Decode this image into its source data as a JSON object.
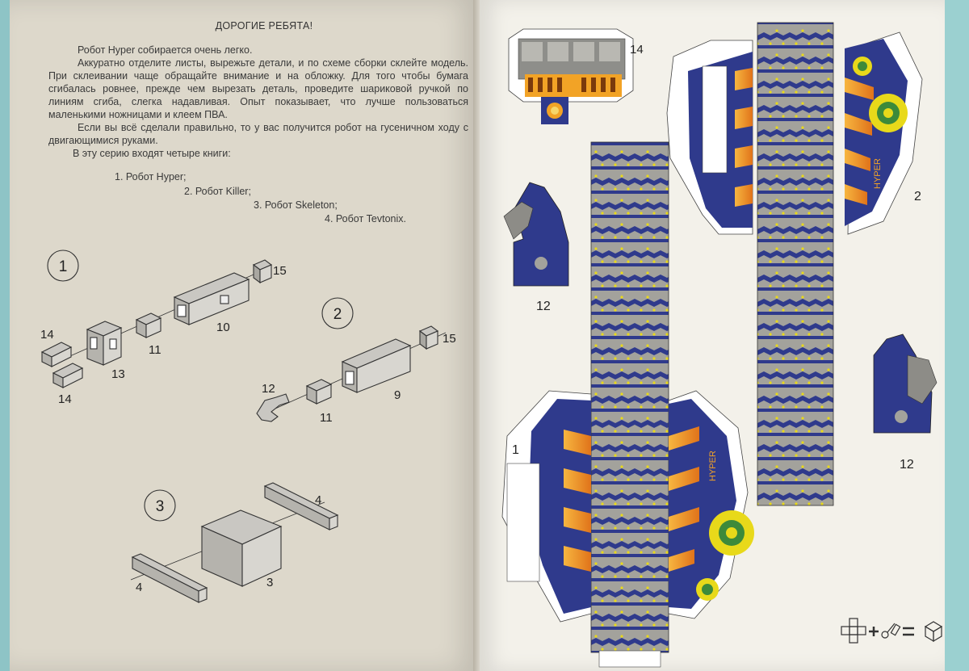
{
  "left_page": {
    "heading": "ДОРОГИЕ РЕБЯТА!",
    "paragraphs": [
      "Робот Hyper собирается очень легко.",
      "Аккуратно отделите листы, вырежьте детали, и по схеме сборки склейте модель. При склеивании чаще обращайте внимание и на обложку. Для того чтобы бумага сгибалась ровнее, прежде чем вырезать деталь, проведите шариковой ручкой по линиям сгиба, слегка надавливая. Опыт показывает, что лучше пользоваться маленькими ножницами и клеем ПВА.",
      "Если вы всё сделали правильно, то у вас получится робот на гусеничном ходу с двигающимися руками."
    ],
    "series_intro": "В эту серию входят четыре книги:",
    "books": [
      "1. Робот Hyper;",
      "2. Робот Killer;",
      "3. Робот Skeleton;",
      "4. Робот Tevtonix."
    ],
    "steps": [
      {
        "number": "1",
        "parts": [
          "15",
          "10",
          "11",
          "14",
          "13",
          "14"
        ]
      },
      {
        "number": "2",
        "parts": [
          "15",
          "9",
          "11",
          "12"
        ]
      },
      {
        "number": "3",
        "parts": [
          "4",
          "3",
          "4"
        ]
      }
    ]
  },
  "right_page": {
    "part_labels": [
      "14",
      "12",
      "2",
      "1",
      "12"
    ],
    "brand_text": "HYPER",
    "colors": {
      "navy": "#2f3a8c",
      "track_grey": "#a3a29c",
      "orange": "#f29a1e",
      "gear_yellow": "#e8d91a",
      "gear_green": "#3d8a3a"
    }
  },
  "legend_icons": [
    "net-icon",
    "plus-icon",
    "scissors-glue-icon",
    "equals-icon",
    "cube-icon"
  ]
}
